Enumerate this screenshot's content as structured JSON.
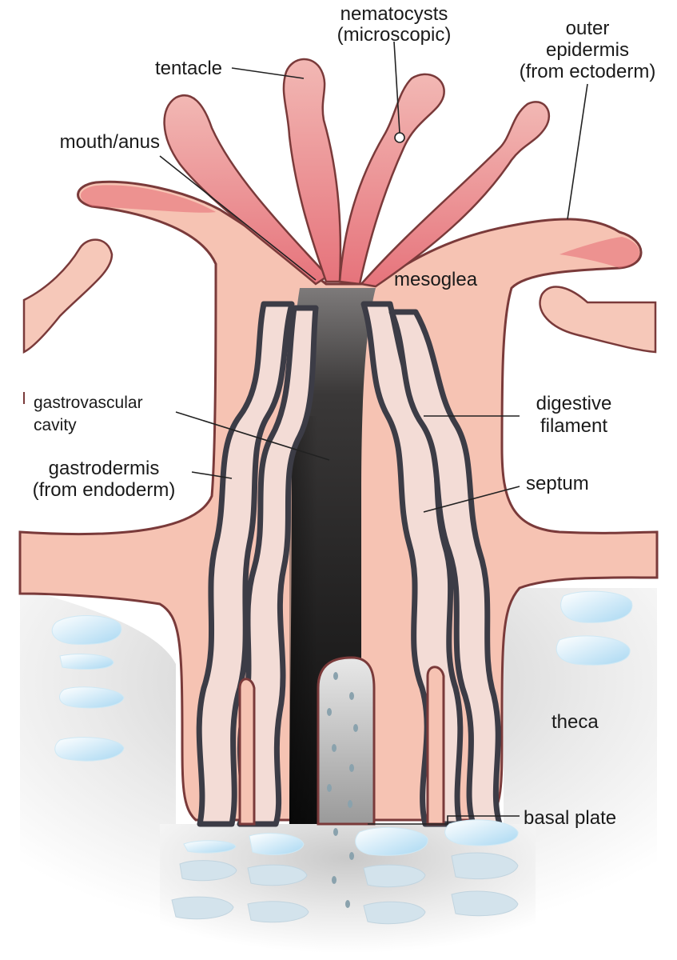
{
  "labels": {
    "nematocysts": [
      "nematocysts",
      "(microscopic)"
    ],
    "outer_epidermis": [
      "outer",
      "epidermis",
      "(from ectoderm)"
    ],
    "tentacle": "tentacle",
    "mouth_anus": "mouth/anus",
    "mesoglea": "mesoglea",
    "gastrovascular_cavity": [
      "gastrovascular",
      "cavity"
    ],
    "digestive_filament": [
      "digestive",
      "filament"
    ],
    "gastrodermis": [
      "gastrodermis",
      "(from endoderm)"
    ],
    "septum": "septum",
    "theca": "theca",
    "basal_plate": "basal plate"
  },
  "colors": {
    "tissue": "#f6c3b3",
    "tentacle": "#ee9a9a",
    "tentacle_dark": "#e56a72",
    "outline": "#7a3a3a",
    "gastrodermis": "#f3dcd6",
    "cavity": "#1c1c1e",
    "skeleton": "#bfe4f7",
    "theca_shadow": "#d6d6d6"
  }
}
